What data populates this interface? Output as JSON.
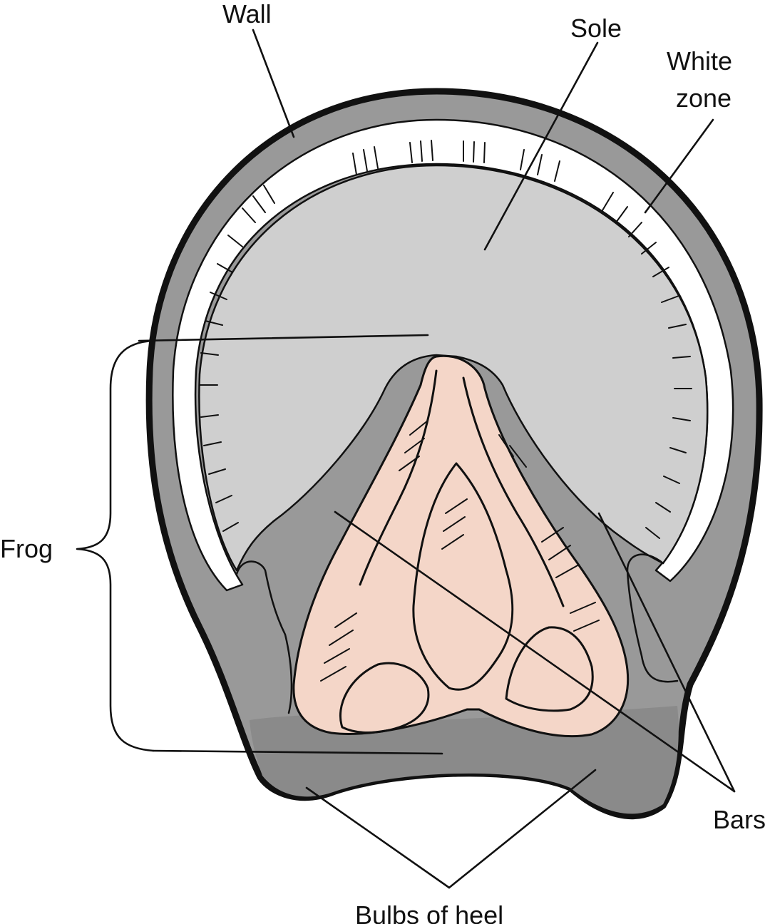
{
  "labels": {
    "wall": "Wall",
    "sole": "Sole",
    "white_zone_line1": "White",
    "white_zone_line2": "zone",
    "frog": "Frog",
    "bars": "Bars",
    "bulbs_of_heel": "Bulbs of heel"
  },
  "colors": {
    "wall": "#999999",
    "sole": "#cfcfcf",
    "white_zone": "#ffffff",
    "frog": "#f4d6c8",
    "heel": "#8a8a8a",
    "outline": "#111111"
  }
}
